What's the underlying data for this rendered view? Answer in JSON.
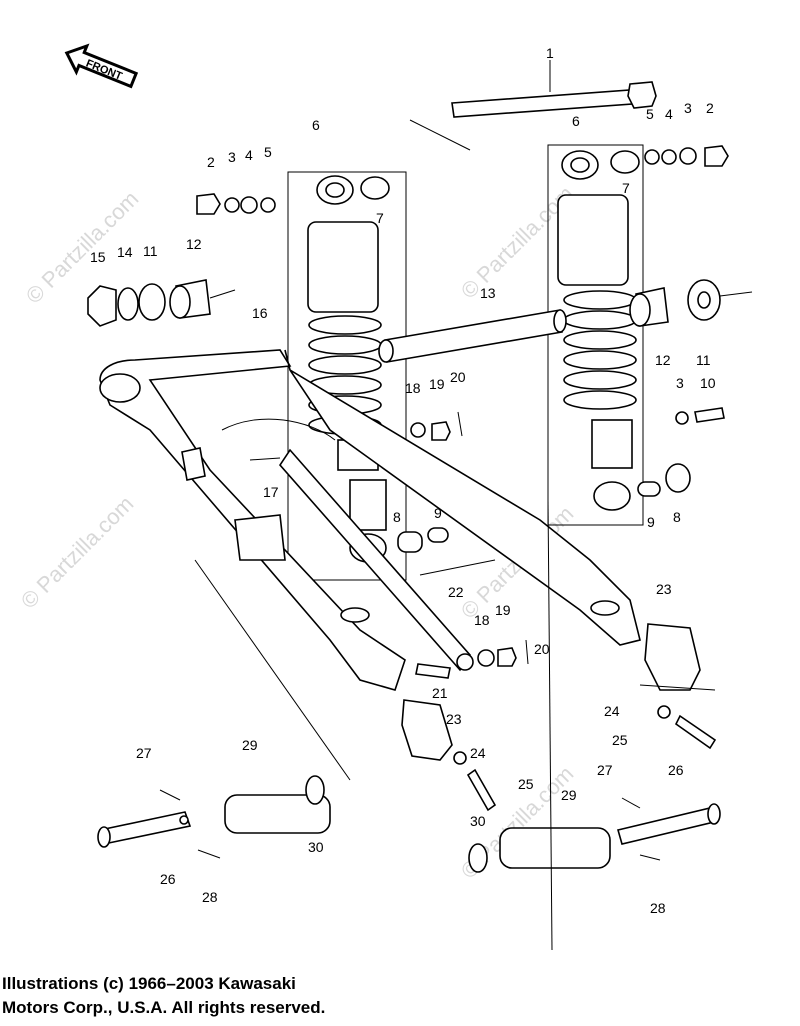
{
  "front_arrow": {
    "label": "FRONT"
  },
  "watermarks": [
    "© Partzilla.com",
    "© Partzilla.com",
    "© Partzilla.com",
    "© Partzilla.com",
    "© Partzilla.com"
  ],
  "callouts": [
    {
      "id": "c1",
      "text": "1"
    },
    {
      "id": "c6a",
      "text": "6"
    },
    {
      "id": "c5a",
      "text": "5"
    },
    {
      "id": "c4a",
      "text": "4"
    },
    {
      "id": "c3a",
      "text": "3"
    },
    {
      "id": "c2a",
      "text": "2"
    },
    {
      "id": "c6b",
      "text": "6"
    },
    {
      "id": "c7a",
      "text": "7"
    },
    {
      "id": "c2b",
      "text": "2"
    },
    {
      "id": "c3b",
      "text": "3"
    },
    {
      "id": "c4b",
      "text": "4"
    },
    {
      "id": "c5b",
      "text": "5"
    },
    {
      "id": "c7b",
      "text": "7"
    },
    {
      "id": "c15",
      "text": "15"
    },
    {
      "id": "c14",
      "text": "14"
    },
    {
      "id": "c11a",
      "text": "11"
    },
    {
      "id": "c12a",
      "text": "12"
    },
    {
      "id": "c13",
      "text": "13"
    },
    {
      "id": "c16",
      "text": "16"
    },
    {
      "id": "c12b",
      "text": "12"
    },
    {
      "id": "c11b",
      "text": "11"
    },
    {
      "id": "c3c",
      "text": "3"
    },
    {
      "id": "c10",
      "text": "10"
    },
    {
      "id": "c18a",
      "text": "18"
    },
    {
      "id": "c19a",
      "text": "19"
    },
    {
      "id": "c20a",
      "text": "20"
    },
    {
      "id": "c17",
      "text": "17"
    },
    {
      "id": "c9a",
      "text": "9"
    },
    {
      "id": "c8a",
      "text": "8"
    },
    {
      "id": "c8b",
      "text": "8"
    },
    {
      "id": "c9b",
      "text": "9"
    },
    {
      "id": "c22",
      "text": "22"
    },
    {
      "id": "c23a",
      "text": "23"
    },
    {
      "id": "c18b",
      "text": "18"
    },
    {
      "id": "c19b",
      "text": "19"
    },
    {
      "id": "c20b",
      "text": "20"
    },
    {
      "id": "c21",
      "text": "21"
    },
    {
      "id": "c23b",
      "text": "23"
    },
    {
      "id": "c24a",
      "text": "24"
    },
    {
      "id": "c25a",
      "text": "25"
    },
    {
      "id": "c24b",
      "text": "24"
    },
    {
      "id": "c25b",
      "text": "25"
    },
    {
      "id": "c27a",
      "text": "27"
    },
    {
      "id": "c29a",
      "text": "29"
    },
    {
      "id": "c26a",
      "text": "26"
    },
    {
      "id": "c28a",
      "text": "28"
    },
    {
      "id": "c30a",
      "text": "30"
    },
    {
      "id": "c27b",
      "text": "27"
    },
    {
      "id": "c26b",
      "text": "26"
    },
    {
      "id": "c29b",
      "text": "29"
    },
    {
      "id": "c30b",
      "text": "30"
    },
    {
      "id": "c28b",
      "text": "28"
    }
  ],
  "copyright": {
    "line1": "Illustrations (c) 1966–2003 Kawasaki",
    "line2": "Motors Corp., U.S.A.  All rights reserved."
  }
}
